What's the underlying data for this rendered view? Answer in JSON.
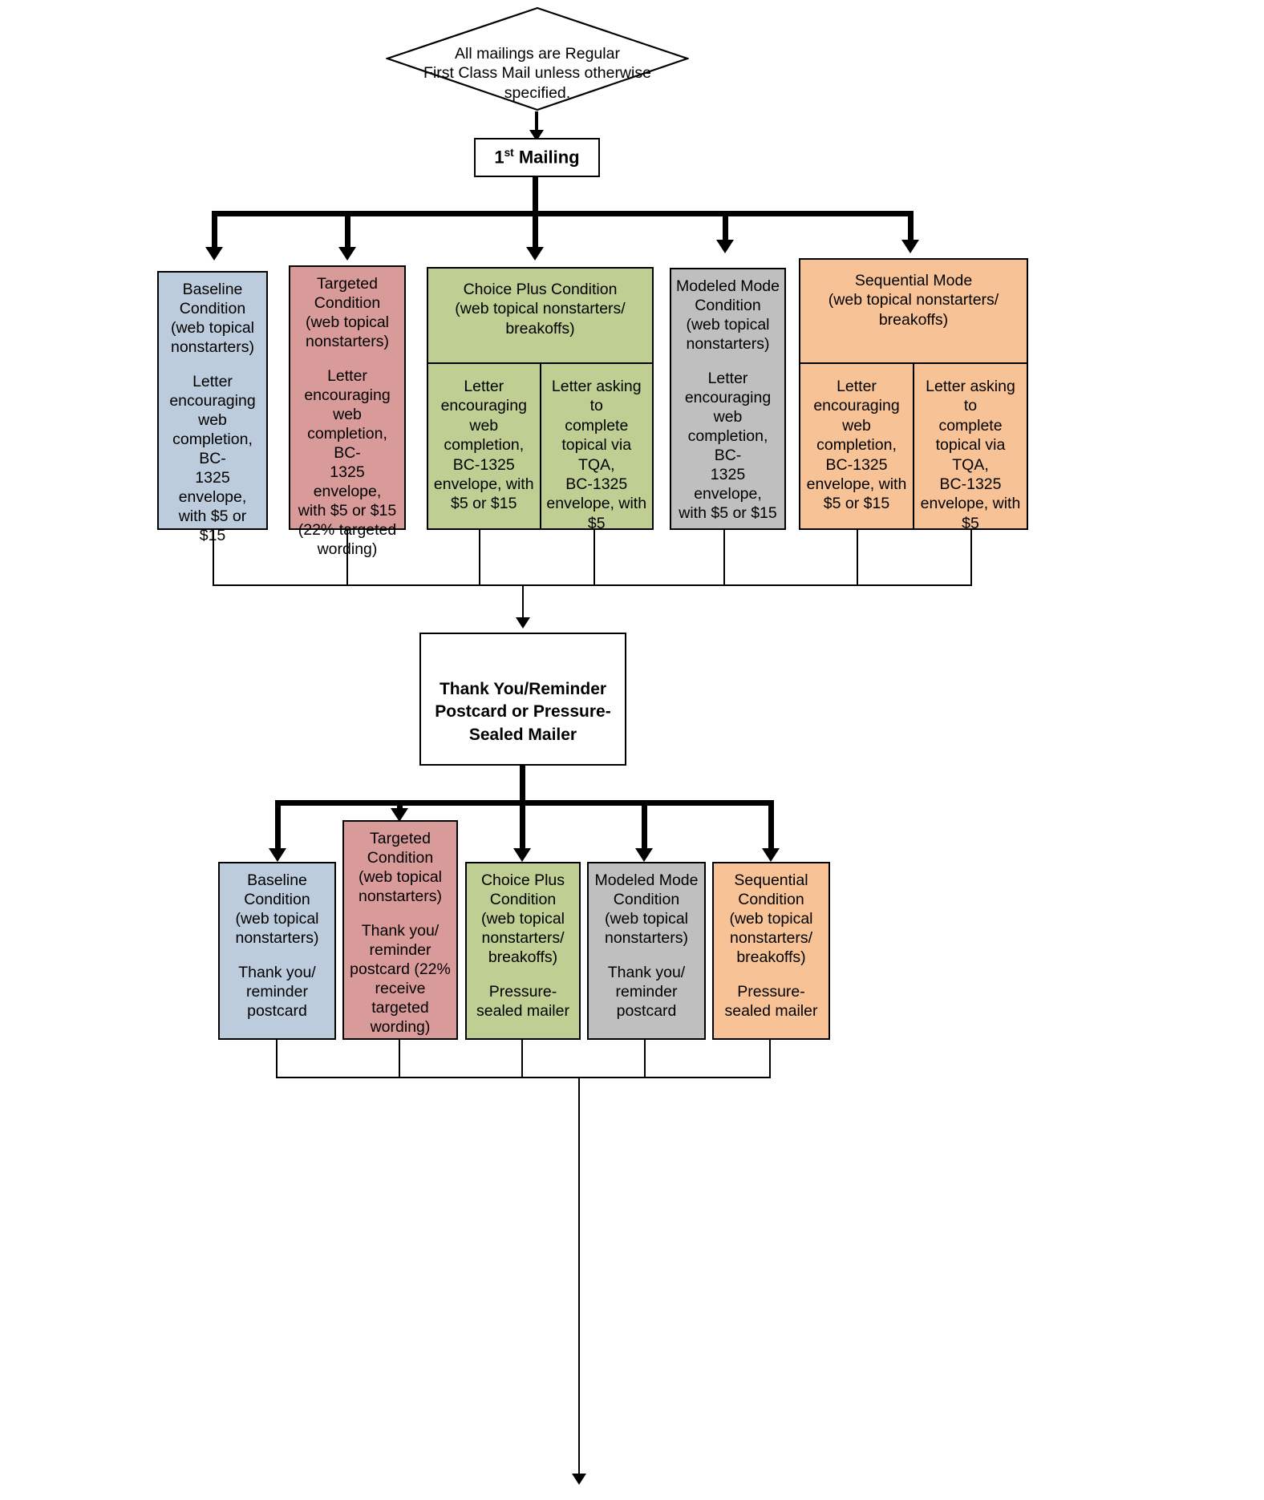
{
  "diagram": {
    "title_note": "All mailings are Regular\nFirst Class Mail unless otherwise\nspecified.",
    "colors": {
      "baseline": "#bcccdd",
      "targeted": "#d99a9a",
      "choice_plus": "#bfce93",
      "modeled_mode": "#bfbfbf",
      "sequential": "#f7c396",
      "plain": "#ffffff",
      "line": "#000000"
    },
    "stage1": {
      "label": "1st Mailing",
      "label_main": "1",
      "label_sup": "st",
      "label_rest": " Mailing",
      "nodes": [
        {
          "name": "baseline",
          "title": "Baseline\nCondition\n(web topical\nnonstarters)",
          "body": "Letter\nencouraging\nweb\ncompletion, BC-\n1325 envelope,\nwith $5 or $15"
        },
        {
          "name": "targeted",
          "title": "Targeted\nCondition\n(web topical\nnonstarters)",
          "body": "Letter\nencouraging\nweb\ncompletion, BC-\n1325 envelope,\nwith $5 or $15\n(22% targeted\nwording)"
        },
        {
          "name": "choice-plus",
          "title": "Choice Plus Condition\n(web topical nonstarters/\nbreakoffs)",
          "cells": [
            "Letter\nencouraging web\ncompletion,\nBC-1325\nenvelope, with\n$5 or $15",
            "Letter asking to\ncomplete\ntopical via TQA,\nBC-1325\nenvelope, with\n$5"
          ]
        },
        {
          "name": "modeled-mode",
          "title": "Modeled Mode\nCondition\n(web topical\nnonstarters)",
          "body": "Letter\nencouraging\nweb\ncompletion, BC-\n1325 envelope,\nwith $5 or $15"
        },
        {
          "name": "sequential",
          "title": "Sequential Mode\n(web topical nonstarters/\nbreakoffs)",
          "cells": [
            "Letter\nencouraging\nweb\ncompletion,\nBC-1325\nenvelope, with\n$5 or $15",
            "Letter asking to\ncomplete\ntopical via TQA,\nBC-1325\nenvelope, with\n$5"
          ]
        }
      ]
    },
    "stage2": {
      "label": "Thank You/Reminder\nPostcard or Pressure-\nSealed Mailer",
      "nodes": [
        {
          "name": "baseline",
          "title": "Baseline\nCondition\n(web topical\nnonstarters)",
          "body": "Thank you/\nreminder\npostcard"
        },
        {
          "name": "targeted",
          "title": "Targeted\nCondition\n(web topical\nnonstarters)",
          "body": "Thank you/\nreminder\npostcard (22%\nreceive\ntargeted\nwording)"
        },
        {
          "name": "choice-plus",
          "title": "Choice Plus\nCondition\n(web topical\nnonstarters/\nbreakoffs)",
          "body": "Pressure-\nsealed mailer"
        },
        {
          "name": "modeled-mode",
          "title": "Modeled Mode\nCondition\n(web topical\nnonstarters)",
          "body": "Thank you/\nreminder\npostcard"
        },
        {
          "name": "sequential",
          "title": "Sequential\nCondition\n(web topical\nnonstarters/\nbreakoffs)",
          "body": "Pressure-\nsealed mailer"
        }
      ]
    }
  }
}
